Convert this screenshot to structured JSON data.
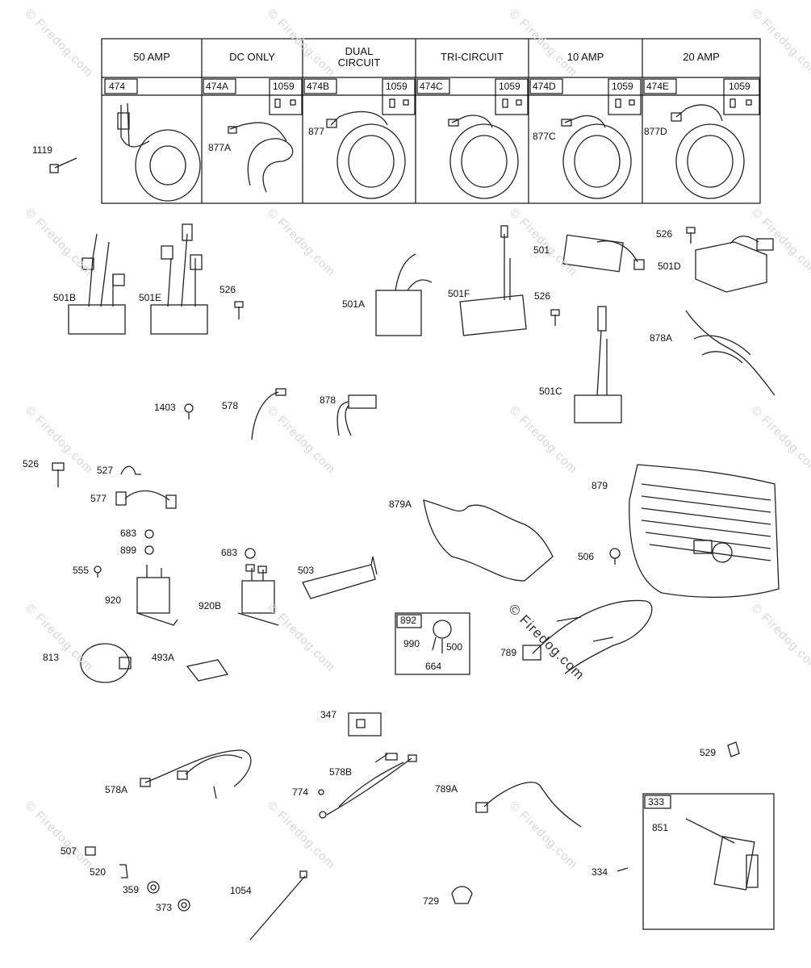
{
  "watermark": "© Firedog.com",
  "table": {
    "columns": [
      {
        "title": "50 AMP",
        "part": "474",
        "hardware": ""
      },
      {
        "title": "DC ONLY",
        "part": "474A",
        "hardware": "1059"
      },
      {
        "title": "DUAL\nCIRCUIT",
        "part": "474B",
        "hardware": "1059"
      },
      {
        "title": "TRI-CIRCUIT",
        "part": "474C",
        "hardware": "1059"
      },
      {
        "title": "10 AMP",
        "part": "474D",
        "hardware": "1059"
      },
      {
        "title": "20 AMP",
        "part": "474E",
        "hardware": "1059"
      }
    ],
    "sub_labels": [
      "877A",
      "877",
      "877C",
      "877D"
    ]
  },
  "callouts": {
    "p1119": "1119",
    "p501B": "501B",
    "p501E": "501E",
    "p526a": "526",
    "p501A": "501A",
    "p501F": "501F",
    "p526b": "526",
    "p501": "501",
    "p526c": "526",
    "p501D": "501D",
    "p878A": "878A",
    "p501C": "501C",
    "p1403": "1403",
    "p578": "578",
    "p878": "878",
    "p526d": "526",
    "p527": "527",
    "p577": "577",
    "p879A": "879A",
    "p879": "879",
    "p683a": "683",
    "p899": "899",
    "p683b": "683",
    "p555": "555",
    "p503": "503",
    "p506": "506",
    "p920": "920",
    "p920B": "920B",
    "p813": "813",
    "p493A": "493A",
    "p892": "892",
    "p990": "990",
    "p500": "500",
    "p664": "664",
    "p789": "789",
    "p347": "347",
    "p578A": "578A",
    "p578B": "578B",
    "p774": "774",
    "p789A": "789A",
    "p529": "529",
    "p333": "333",
    "p851": "851",
    "p334": "334",
    "p507": "507",
    "p520": "520",
    "p359": "359",
    "p373": "373",
    "p1054": "1054",
    "p729": "729"
  }
}
